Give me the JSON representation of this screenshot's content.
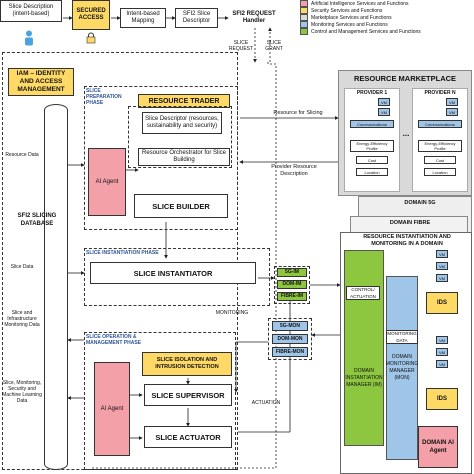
{
  "top": {
    "slice_description": "Slice Description (intent-based)",
    "secured_access": "SECURED ACCESS",
    "intent_mapping": "Intent-based Mapping",
    "sfi2_descriptor": "SFI2 Slice Descriptor",
    "sfi2_request_handler": "SFI2 REQUEST Handler",
    "slice_request": "SLICE REQUEST",
    "slice_grant": "SLICE GRANT"
  },
  "legend": {
    "items": [
      {
        "label": "Artificial Intelligence Services and Functions",
        "color": "#f4a0a8"
      },
      {
        "label": "Security Services and Functions",
        "color": "#ffd966"
      },
      {
        "label": "Marketplace Services and Functions",
        "color": "#d9d9d9"
      },
      {
        "label": "Monitoring Services and Functions",
        "color": "#9fc5e8"
      },
      {
        "label": "Control and Management Services and Functions",
        "color": "#8dc63f"
      }
    ]
  },
  "iam": "IAM – IDENTITY AND ACCESS MANAGEMENT",
  "database": {
    "title": "SFI2 SLICING DATABASE",
    "resource_data": "Resource Data",
    "slice_data": "Slice Data",
    "slice_infra": "Slice and Infrastructure Monitoring Data",
    "learning_data": "Slice, Monitoring, Security and Machine Learning Data"
  },
  "preparation": {
    "phase": "SLICE PREPARATION PHASE",
    "resource_trader": "RESOURCE TRADER",
    "slice_descriptor": "Slice Descriptor (resources, sustainability and security)",
    "orchestrator": "Resource Orchestrator for Slice Building",
    "ai_agent": "AI Agent",
    "slice_builder": "SLICE BUILDER"
  },
  "instantiation": {
    "phase": "SLICE INSTANTIATION PHASE",
    "instantiator": "SLICE INSTANTIATOR",
    "im": [
      "5G-IM",
      "DOM-IM",
      "FIBRE-IM"
    ],
    "monitoring": "MONITORING"
  },
  "operation": {
    "phase": "SLICE OPERATION & MANAGEMENT PHASE",
    "isolation": "SLICE ISOLATION AND INTRUSION DETECTION",
    "ai_agent": "AI Agent",
    "supervisor": "SLICE SUPERVISOR",
    "actuator": "SLICE ACTUATOR",
    "actuation": "ACTUATION",
    "mon": [
      "5G-MON",
      "DOM-MON",
      "FIBRE-MON"
    ]
  },
  "marketplace": {
    "title": "RESOURCE MARKETPLACE",
    "provider1": "PROVIDER 1",
    "providerN": "PROVIDER N",
    "vm": "VM",
    "communications": "Communications",
    "energy": "Energy-Efficiency Profile",
    "cost": "Cost",
    "location": "Location",
    "dots": "...",
    "resource_for_slicing": "Resource for Slicing",
    "provider_resource_description": "Provider Resource Description"
  },
  "domains": {
    "domain_5g": "DOMAIN 5G",
    "domain_fibre": "DOMAIN FIBRE",
    "resource_instantiation": "RESOURCE INSTANTIATION AND MONITORING IN A DOMAIN",
    "control_actuation": "CONTROL/ ACTUATION",
    "im_manager": "DOMAIN INSTANTIATION MANAGER (IM)",
    "monitoring_data": "MONITORING DATA",
    "mon_manager": "DOMAIN MONITORING MANAGER (MON)",
    "vm": "VM",
    "ids": "IDS",
    "domain_ai_agent": "DOMAIN AI Agent"
  }
}
